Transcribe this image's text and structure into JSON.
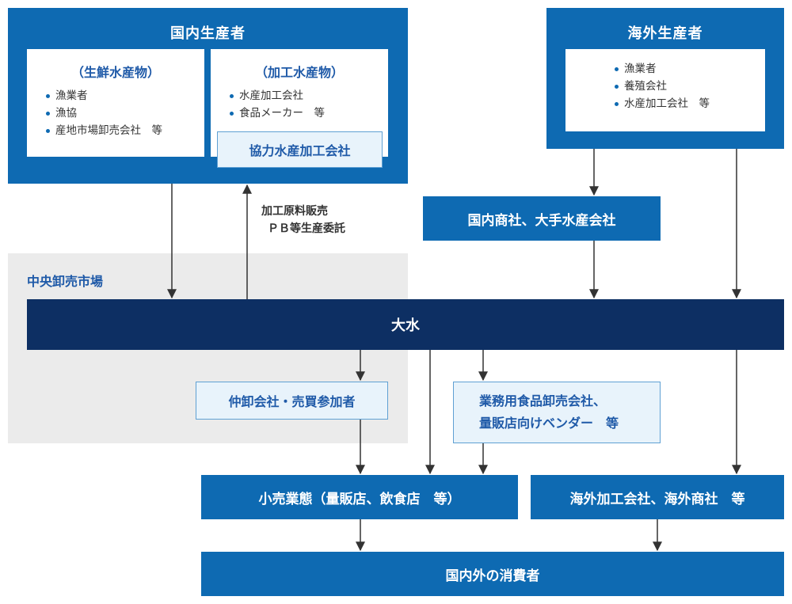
{
  "domestic_producers": {
    "title": "国内生産者",
    "fresh": {
      "heading": "（生鮮水産物）",
      "items": [
        "漁業者",
        "漁協",
        "産地市場卸売会社　等"
      ]
    },
    "processed": {
      "heading": "（加工水産物）",
      "items": [
        "水産加工会社",
        "食品メーカー　等"
      ]
    },
    "partner": "協力水産加工会社"
  },
  "overseas_producers": {
    "title": "海外生産者",
    "items": [
      "漁業者",
      "養殖会社",
      "水産加工会社　等"
    ]
  },
  "trading": "国内商社、大手水産会社",
  "annotation": {
    "line1": "加工原料販売",
    "line2": "ＰＢ等生産委託"
  },
  "market_label": "中央卸売市場",
  "daisui": "大水",
  "intermediate": "仲卸会社・売買参加者",
  "business_food": {
    "line1": "業務用食品卸売会社、",
    "line2": "量販店向けベンダー　等"
  },
  "retail": "小売業態（量販店、飲食店　等）",
  "overseas_processing": "海外加工会社、海外商社　等",
  "consumers": "国内外の消費者",
  "colors": {
    "blue": "#0e6ab2",
    "navy": "#0d2f63",
    "light": "#e8f3fb",
    "gray": "#ebebeb",
    "arrow": "#333333"
  }
}
